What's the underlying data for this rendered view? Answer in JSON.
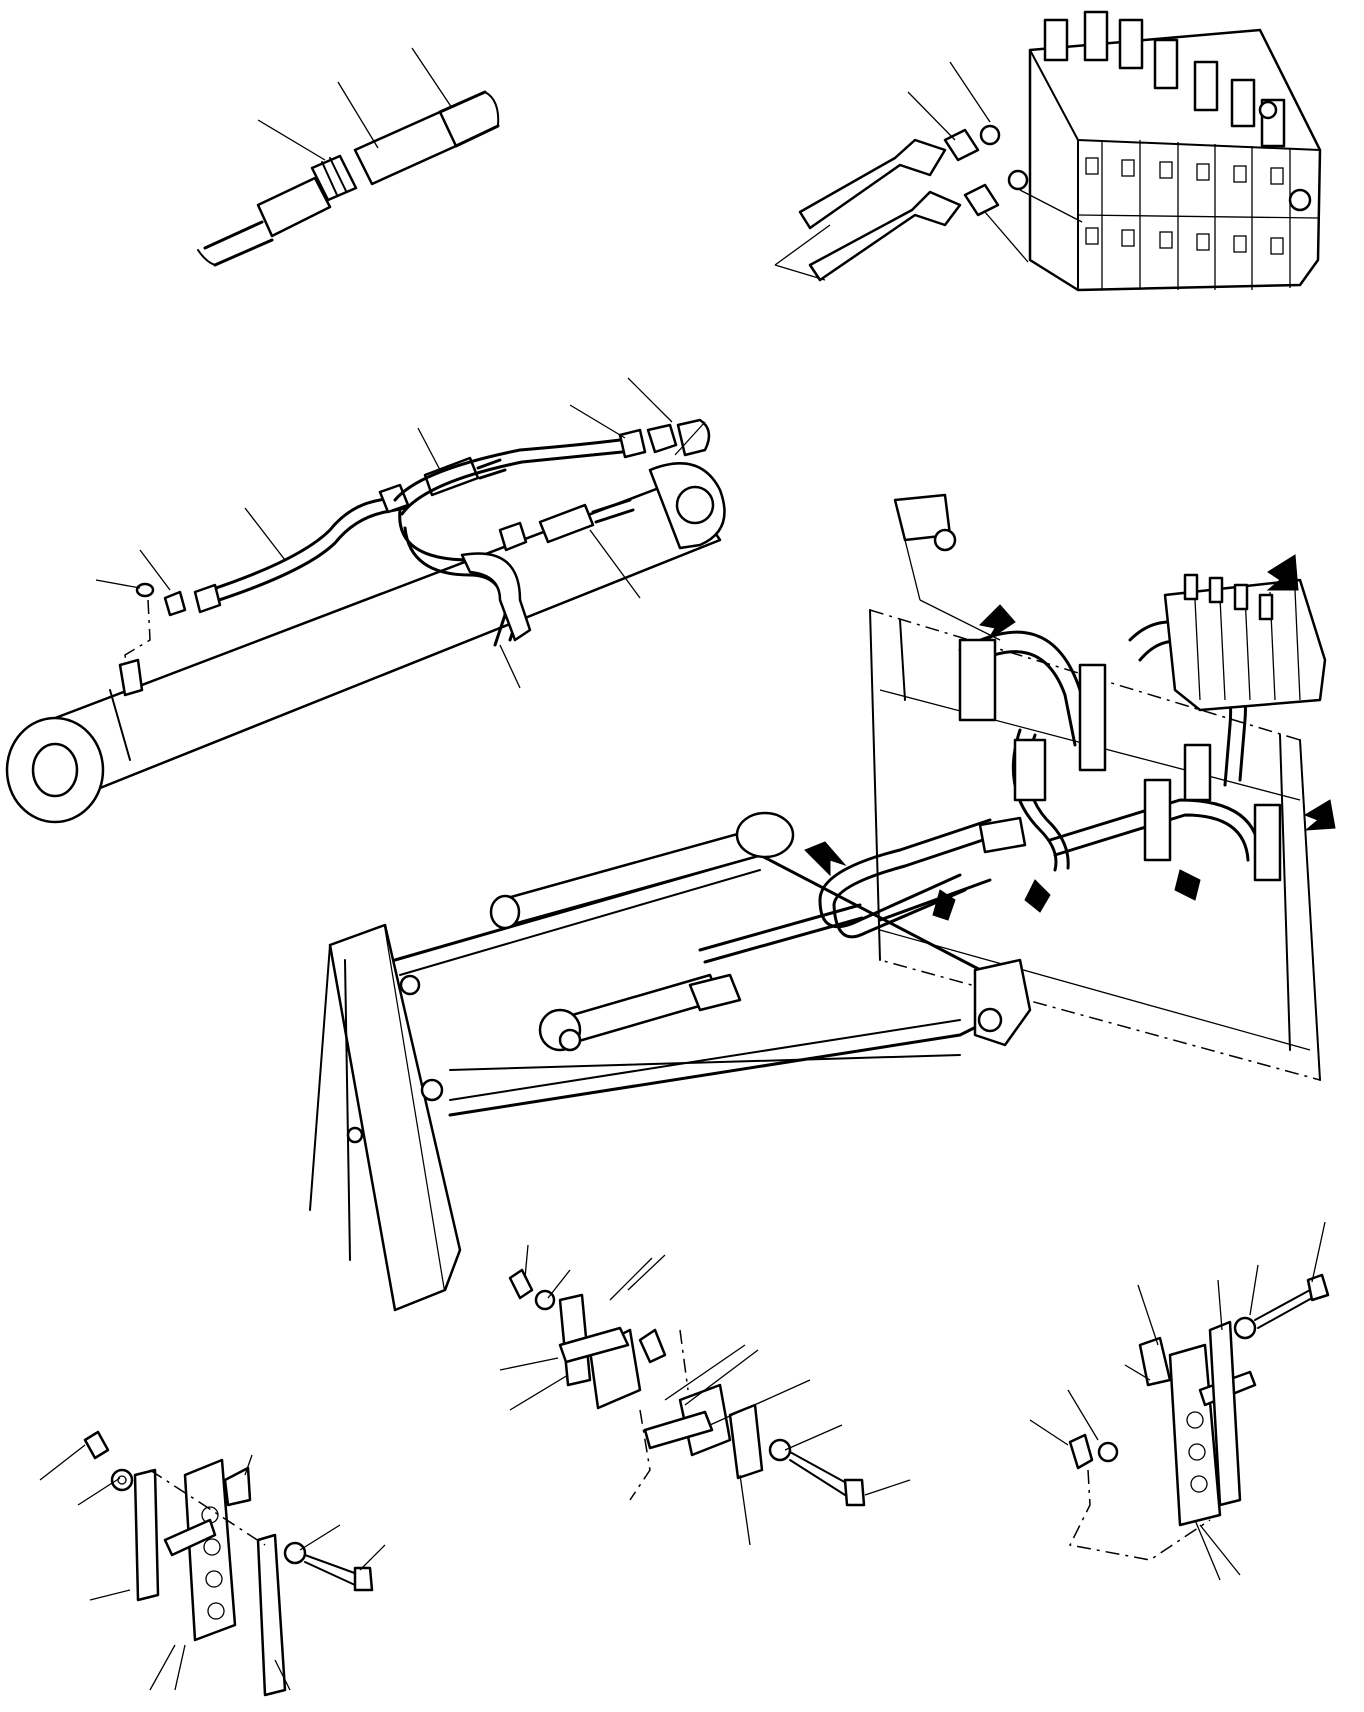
{
  "diagram": {
    "kind": "exploded-parts-illustration",
    "text_labels": [],
    "callout_count": 46,
    "arrow_count": 8,
    "colors": {
      "line": "#000000",
      "background": "#ffffff"
    },
    "views": [
      "hose-sleeve-detail",
      "control-valve-fittings-detail",
      "cylinder-hose-routing-detail",
      "boom-and-frame-assembly",
      "clamp-assembly-bottom-left",
      "clamp-assembly-bottom-center",
      "clamp-assembly-bottom-right"
    ]
  }
}
